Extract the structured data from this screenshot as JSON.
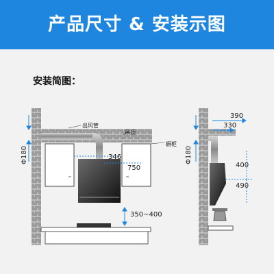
{
  "header": {
    "title": "产品尺寸 & 安装示图"
  },
  "section": {
    "title": "安装简图："
  },
  "labels": {
    "exhaust_pipe": "出风管",
    "ceiling": "吊顶",
    "cabinet": "橱柜"
  },
  "dimensions": {
    "phi180_left": "Φ180",
    "d346": "346",
    "d750": "750",
    "d350_400": "350~400",
    "phi180_right": "Φ180",
    "d390": "390",
    "d330": "330",
    "d400": "400",
    "d490": "490"
  },
  "colors": {
    "banner": "#1f86e0",
    "panel": "#f2f2f2",
    "brick": "#8c8c8c",
    "dim_line": "#1f86e0"
  }
}
